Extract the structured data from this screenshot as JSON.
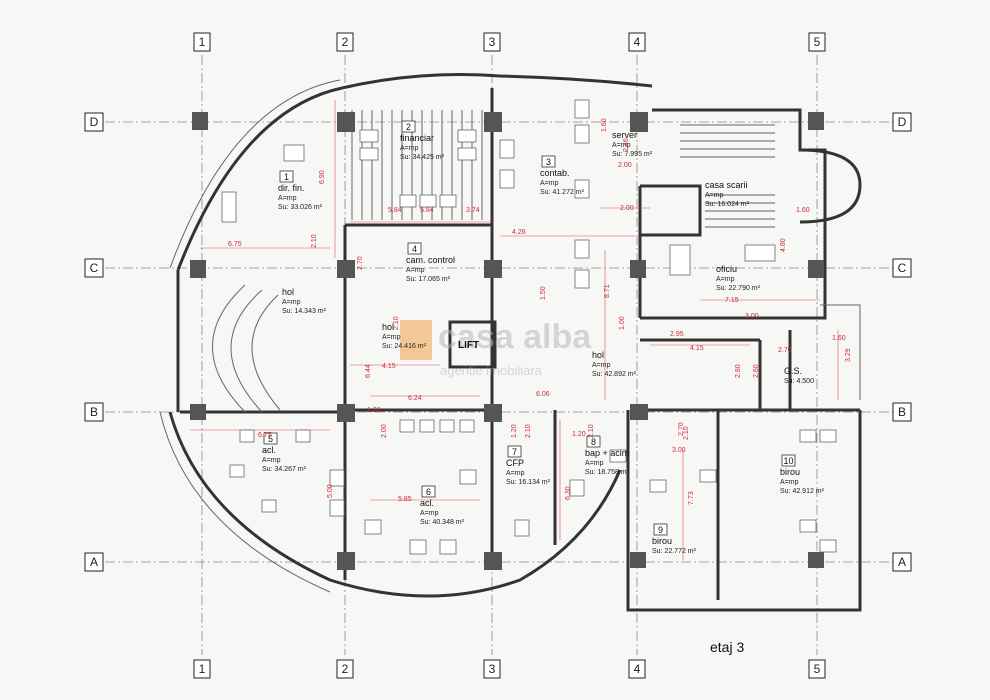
{
  "grid": {
    "columns": [
      "1",
      "2",
      "3",
      "4",
      "5"
    ],
    "rows": [
      "D",
      "C",
      "B",
      "A"
    ]
  },
  "floor_label": "etaj 3",
  "lift_label": "LIFT",
  "watermark": {
    "brand": "casa alba",
    "tagline": "agentie imobiliara"
  },
  "rooms": [
    {
      "num": "1",
      "name": "dir. fin.",
      "type": "A=mp",
      "area": "Su: 33.026 m²"
    },
    {
      "num": "2",
      "name": "financiar",
      "type": "A=mp",
      "area": "Su: 34.425 m²"
    },
    {
      "num": "3",
      "name": "contab.",
      "type": "A=mp",
      "area": "Su: 41.272 m²"
    },
    {
      "num": "",
      "name": "server",
      "type": "A=mp",
      "area": "Su: 7.995 m²"
    },
    {
      "num": "",
      "name": "casa scarii",
      "type": "A=mp",
      "area": "Su: 16.024 m²"
    },
    {
      "num": "4",
      "name": "cam. control",
      "type": "A=mp",
      "area": "Su: 17.065 m²"
    },
    {
      "num": "",
      "name": "oficiu",
      "type": "A=mp",
      "area": "Su: 22.790 m²"
    },
    {
      "num": "",
      "name": "hol",
      "type": "A=mp",
      "area": "Su: 14.343 m²"
    },
    {
      "num": "",
      "name": "hol",
      "type": "A=mp",
      "area": "Su: 24.416 m²"
    },
    {
      "num": "",
      "name": "hol",
      "type": "A=mp",
      "area": "Su: 42.892 m²"
    },
    {
      "num": "",
      "name": "G.S.",
      "type": "",
      "area": "Su: 4.500"
    },
    {
      "num": "5",
      "name": "acl.",
      "type": "A=mp",
      "area": "Su: 34.267 m²"
    },
    {
      "num": "6",
      "name": "acl.",
      "type": "A=mp",
      "area": "Su: 40.348 m²"
    },
    {
      "num": "7",
      "name": "CFP",
      "type": "A=mp",
      "area": "Su: 16.134 m²"
    },
    {
      "num": "8",
      "name": "bap + acim",
      "type": "A=mp",
      "area": "Su: 18.758 m²"
    },
    {
      "num": "9",
      "name": "birou",
      "type": "",
      "area": "Su: 22.772 m²"
    },
    {
      "num": "10",
      "name": "birou",
      "type": "A=mp",
      "area": "Su: 42.912 m²"
    }
  ],
  "dimensions": [
    "6.90",
    "5.84",
    "5.84",
    "3.74",
    "1.60",
    "2.46",
    "2.00",
    "2.00",
    "1.60",
    "6.75",
    "2.10",
    "2.70",
    "4.26",
    "4.80",
    "7.15",
    "2.10",
    "4.15",
    "1.50",
    "8.71",
    "3.00",
    "2.95",
    "1.00",
    "4.15",
    "2.70",
    "1.60",
    "3.29",
    "2.80",
    "2.60",
    "6.44",
    "6.24",
    "1.20",
    "2.00",
    "6.06",
    "1.20",
    "1.20",
    "2.10",
    "2.10",
    "3.00",
    "2.70",
    "6.75",
    "5.85",
    "5.00",
    "6.30",
    "7.73",
    "2.10"
  ]
}
